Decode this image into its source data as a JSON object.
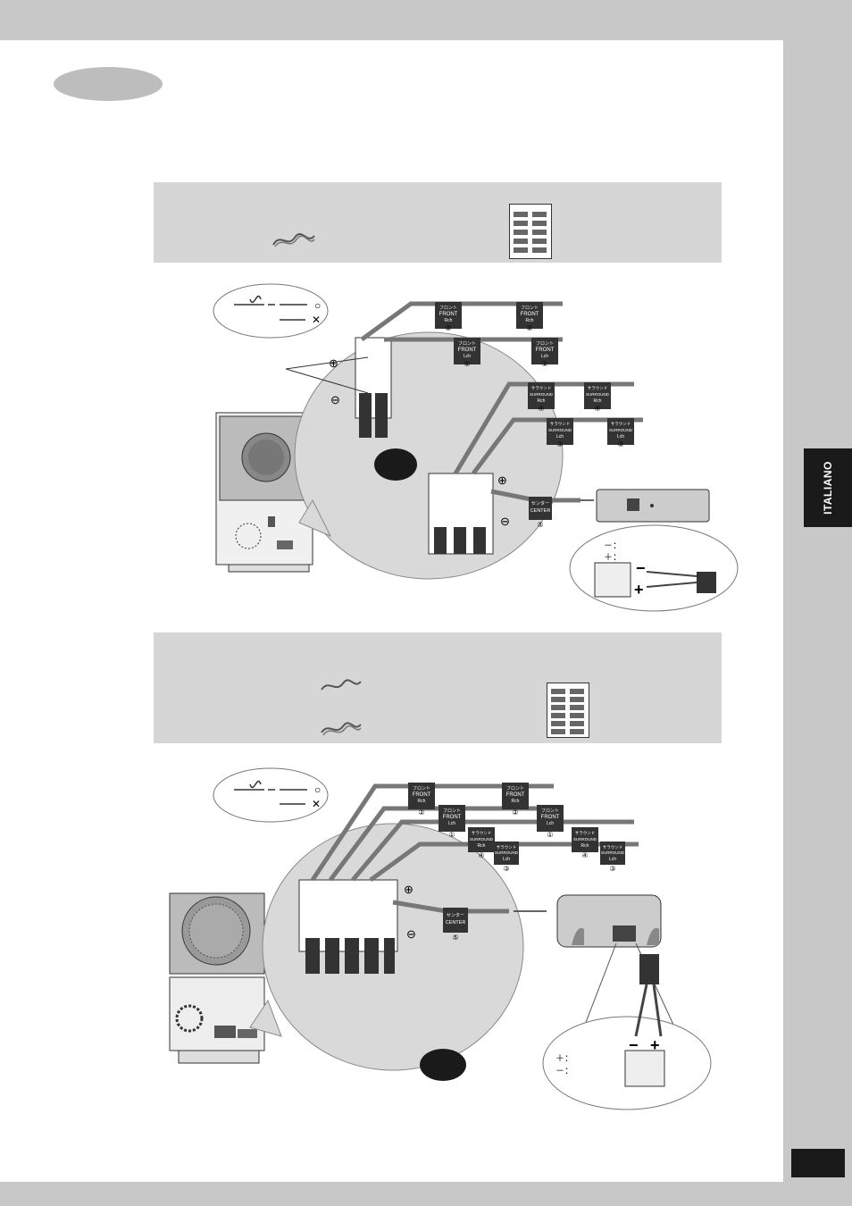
{
  "side_tab": {
    "label": "ITALIANO"
  },
  "diagram_1": {
    "good_mark": "○",
    "bad_mark": "✕",
    "plus": "⊕",
    "minus": "⊖",
    "cables": [
      {
        "jp": "フロント",
        "en": "FRONT",
        "side": "Rch",
        "num": "②"
      },
      {
        "jp": "フロント",
        "en": "FRONT",
        "side": "Lch",
        "num": "①"
      },
      {
        "jp": "サラウンド",
        "en": "SURROUND",
        "side": "Rch",
        "num": "④"
      },
      {
        "jp": "サラウンド",
        "en": "SURROUND",
        "side": "Lch",
        "num": "③"
      },
      {
        "jp": "センター",
        "en": "CENTER",
        "side": "",
        "num": "⑤"
      }
    ],
    "inset_minus": "－：",
    "inset_plus": "＋：",
    "big_minus": "−",
    "big_plus": "+"
  },
  "diagram_2": {
    "good_mark": "○",
    "bad_mark": "✕",
    "plus": "⊕",
    "minus": "⊖",
    "cables": [
      {
        "jp": "フロント",
        "en": "FRONT",
        "side": "Rch",
        "num": "②"
      },
      {
        "jp": "フロント",
        "en": "FRONT",
        "side": "Lch",
        "num": "①"
      },
      {
        "jp": "サラウンド",
        "en": "SURROUND",
        "side": "Rch",
        "num": "④"
      },
      {
        "jp": "サラウンド",
        "en": "SURROUND",
        "side": "Lch",
        "num": "③"
      },
      {
        "jp": "センター",
        "en": "CENTER",
        "side": "",
        "num": "⑤"
      }
    ],
    "inset_plus": "＋：",
    "inset_minus": "－：",
    "big_minus": "−",
    "big_plus": "+"
  }
}
